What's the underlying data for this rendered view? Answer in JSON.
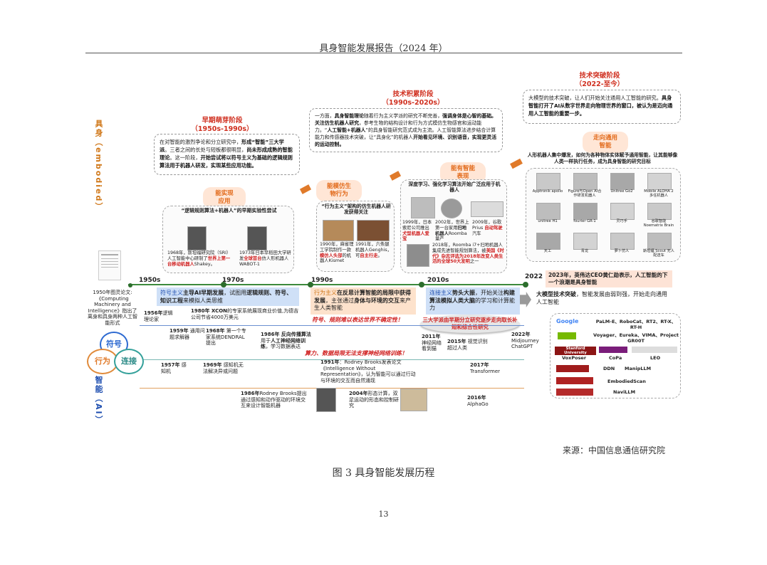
{
  "header": "具身智能发展报告（2024 年）",
  "side_labels": {
    "top": "具身（embodied）",
    "bottom": "智能（AI）"
  },
  "stage1": {
    "title": "早期萌芽阶段",
    "years": "（1950s-1990s）",
    "text_html": "在对智能的激烈争论和分立研究中，<b>形成“智能”三大学派</b>。三者之间的长处与短板都很明显，<b>尚未形成成熟的智能理论</b>。这一阶段，<b>开始尝试将以符号主义为基础的逻辑规则算法用于机器人研发，实现某些应用功能。</b>",
    "badge": "能实现\n应用",
    "panel_title": "“逻辑规则算法+机器人”的早期实验性尝试",
    "cap1_html": "1968年，斯坦福研究院（SRI）人工智能中心研制了<span class=\"hl\">世界上第一台移动机器人</span>Shakey。",
    "cap2_html": "1973年日本早稻田大学研发<span class=\"hl\">全球首台</span>仿人形机器人WABOT-1"
  },
  "stage2": {
    "title": "技术积累阶段",
    "years": "（1990s-2020s）",
    "text_html": "一方面，<b>具身智能理论</b>随着行为主义学派的研究不断完善，<b>强调身体是心智的基础。关注仿生机器人研究</b>，参考生物的结构设计和行为方式模仿生物感官和运动能力。“<b>人工智能+机器人</b>”的具身智能研究范式成为主流。人工智能算法进步结合计算能力和传感器技术突破，让“具身化”的机器人<b>开始看见环境、识别语音，实现更灵活的运动控制。</b>",
    "badge1": "能模仿生\n物行为",
    "panel1_title": "“行为主义”架构的仿生机器人研发获得关注",
    "cap_a_html": "1990年，麻省理工学院制作一款<span class=\"hl\">模仿人头部</span>的机器人Kismet",
    "cap_b_html": "1991年，六条腿机器人Genghis，可<span class=\"hl\">自主行走</span>。",
    "badge2": "能有智能\n表现",
    "panel2_title": "深度学习、强化学习算法开始广泛应用于机器人",
    "cap_c_html": "1999年，日本索尼公司推出<span class=\"hl\">犬型机器人爱宝</span>",
    "cap_d_html": "2002年，世界上第一台家用<b>扫地机器人</b>Roomba量产",
    "cap_e_html": "2009年，谷歌Prius <span class=\"hl\">自动驾驶</span>汽车",
    "cap_f_html": "2018年，Roomba i7+扫地机器人集成先进智能规划算法，被<span class=\"hl\">美国《时代》杂志评选为2018年改变人类生活的全球50大发明</span>之一"
  },
  "stage3": {
    "title": "技术突破阶段",
    "years": "（2022-至今）",
    "text_html": "大模型的技术突破，让人们开始关注通用人工智能的研究。<b>具身智能打开了AI从数字世界走向物理世界的窗口，被认为是迈向通用人工智能的重要一步。</b>",
    "badge": "走向通用\n智能",
    "panel_title": "人形机器人集中爆发，如何为各种物体实体赋予通用智能，让其能够像人类一样执行任务，成为具身智能的研究目标",
    "robots": [
      "Apptronik apollo",
      "Figure与Open AI合作研发机器人",
      "Unitree Go2",
      "Mobile ALOHA 2 多任机器人",
      "unitree H1",
      "fourier GR-1",
      "灵巧手",
      "谷歌智能 Noematrix Brain",
      "天工",
      "青龙",
      "夢卜仿人",
      "斯坦福 Scout 无人配送车"
    ]
  },
  "timeline": {
    "decades": [
      "1950s",
      "1970s",
      "1990s",
      "2010s",
      "2022"
    ],
    "turing": "1950年图灵论文:《Computing Machinery and Intelligence》指出了<span class=\"hl\">离身和具身</span>两种人工智能形式",
    "ev2023_html": "<b>2023年，英伟达CEO黄仁勋表示，人工智能的下一个浪潮是<span class=\"hl\">具身智能</span></b>",
    "symbol_html": "<span style=\"color:#1f4fb0\">符号主义</span><b>主导AI早期发展</b>，试图用<b>逻辑规则、符号、知识工程</b>来模拟人类思维",
    "behavior_html": "<span style=\"color:#d0781a\">行为主义</span><b>在反思计算智能的局限中获得发展</b>，主张通过<b>身体与环境的交互</b>来产生人类智能",
    "connect_html": "<span style=\"color:#1f4fb0\">连接主义</span><b>势头大振</b>，开始关注<b>构建算法模拟人类大脑</b>的学习和计算能力",
    "bigmodel_html": "<b>大模型技术突破</b>，智能发展<span class=\"hl\">由弱到强</span>，开始走向<span class=\"hl\">通用人工智能</span>",
    "red1": "符号、规则难以表达世界不确定性！",
    "red2": "算力、数据局限无法支撑神经网络训练！",
    "red3_html": "三大学派由早期分立研究逐步走向取长补短和综合性研究",
    "ev_1956": "<b>1956年</b>逻辑理论家",
    "ev_1980": "<b>1980年 XCON</b>的专家系统展现商业价值,为德吉公司节省4000万美元",
    "ev_1959": "<b>1959年</b> 通用问题求解器",
    "ev_1968": "<b>1968年</b> 第一个专家系统DENDRAL提出",
    "ev_1986": "<b>1986年 反向传播算法</b>用于<b>人工神经网络训练</b>，学习数据表达",
    "ev_2011": "<b>2011年</b> 神经网络看到猫",
    "ev_2015": "<b>2015年</b> 视觉识别超过人类",
    "ev_2022": "<b>2022年</b> Midjourney ChatGPT",
    "ev_1957": "<b>1957年</b> 感知机",
    "ev_1969": "<b>1969年</b> 感知机无法解决异或问题",
    "ev_1991": "<b>1991年</b>：Rodney Brooks发表论文《Intelligence Without Representation》，认为<span class=\"hl\">智能可以通过行动与环境的交互而自然涌现</span>",
    "ev_2017": "<b>2017年</b> Transformer",
    "ev_1986b": "<b>1986年</b>Rodney Brooks提出通过感知和动作驱动的环境交互来设计智能机器",
    "ev_2004": "<b>2004年</b>形态计算，双足运动的形态和控制研究",
    "ev_2016": "<b>2016年</b> AlphaGo"
  },
  "schools": {
    "symbol": "符号",
    "behavior": "行为",
    "connect": "连接"
  },
  "models": {
    "google": "Google",
    "r1": "PaLM-E、RoboCat、RT2、RT-X、RT-H",
    "r2": "Voyager、Eureka、VIMA、Project GR00T",
    "stanford": "Stanford University",
    "r3a": "VoxPoser",
    "r3b": "CoPa",
    "r3c": "LEO",
    "r4a": "DDN",
    "r4b": "ManipLLM",
    "r5": "EmbodiedScan",
    "r6": "NaviLLM"
  },
  "source": "来源：中国信息通信研究院",
  "caption": "图 3 具身智能发展历程",
  "page_number": "13"
}
